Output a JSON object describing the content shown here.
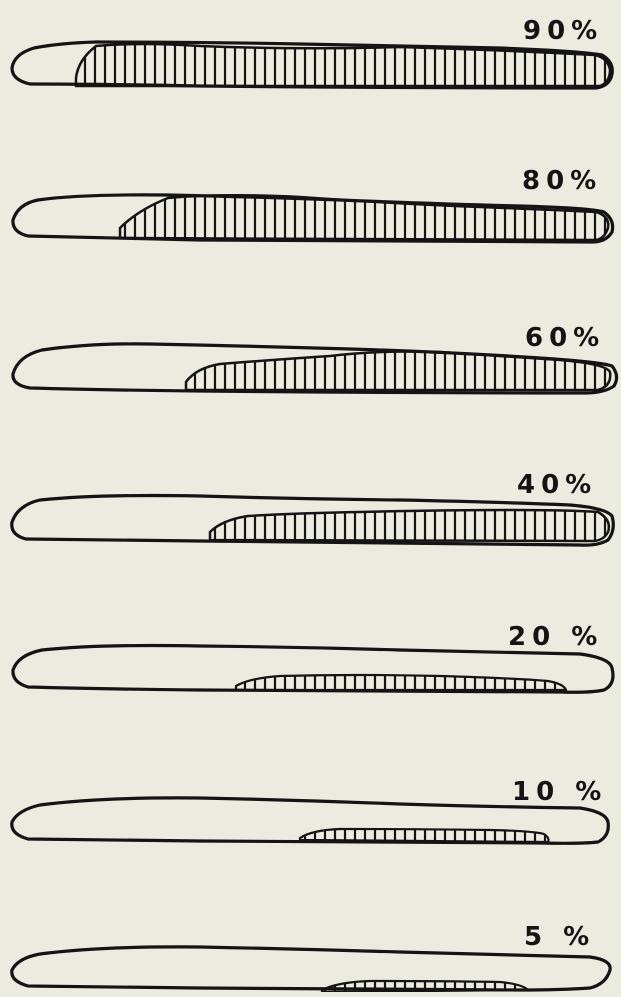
{
  "figure": {
    "panels": [
      {
        "label": "90%",
        "fraction": 0.9
      },
      {
        "label": "80%",
        "fraction": 0.8
      },
      {
        "label": "60%",
        "fraction": 0.6
      },
      {
        "label": "40%",
        "fraction": 0.4
      },
      {
        "label": "20 %",
        "fraction": 0.2
      },
      {
        "label": "10 %",
        "fraction": 0.1
      },
      {
        "label": "5 %",
        "fraction": 0.05
      }
    ],
    "colors": {
      "background": "#ecebdf",
      "ink": "#141414"
    }
  }
}
